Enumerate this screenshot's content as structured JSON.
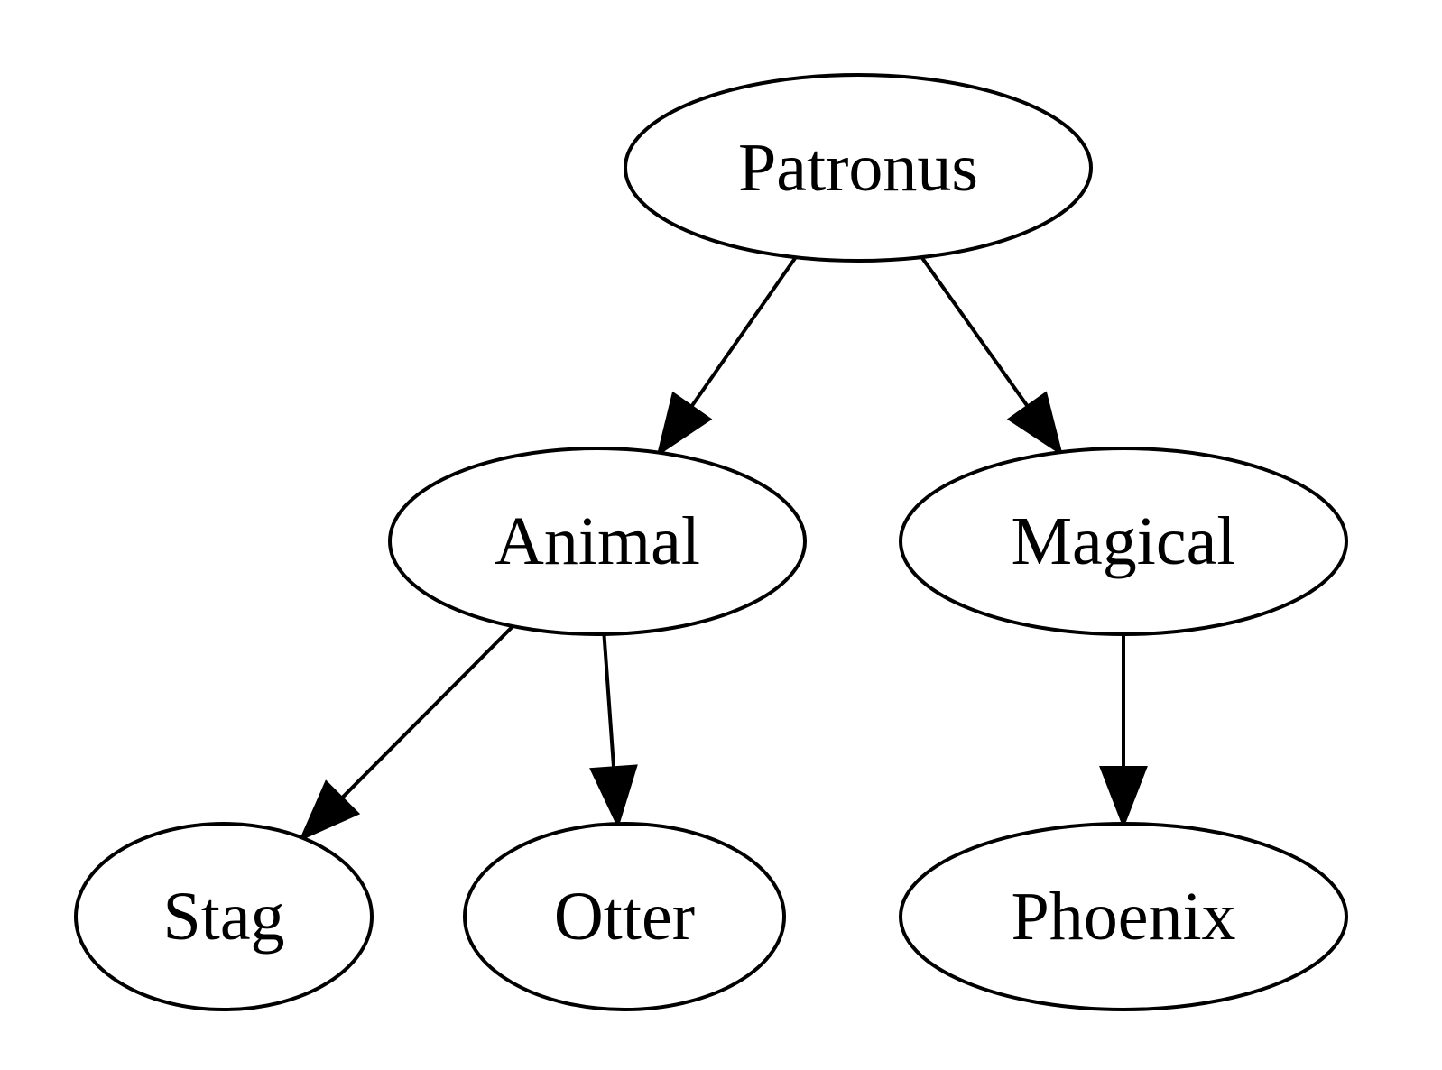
{
  "graph": {
    "type": "directed-tree",
    "nodes": [
      {
        "id": "patronus",
        "label": "Patronus"
      },
      {
        "id": "animal",
        "label": "Animal"
      },
      {
        "id": "magical",
        "label": "Magical"
      },
      {
        "id": "stag",
        "label": "Stag"
      },
      {
        "id": "otter",
        "label": "Otter"
      },
      {
        "id": "phoenix",
        "label": "Phoenix"
      }
    ],
    "edges": [
      {
        "from": "patronus",
        "to": "animal"
      },
      {
        "from": "patronus",
        "to": "magical"
      },
      {
        "from": "animal",
        "to": "stag"
      },
      {
        "from": "animal",
        "to": "otter"
      },
      {
        "from": "magical",
        "to": "phoenix"
      }
    ],
    "colors": {
      "stroke": "#000000",
      "fill": "#ffffff",
      "text": "#000000"
    }
  }
}
